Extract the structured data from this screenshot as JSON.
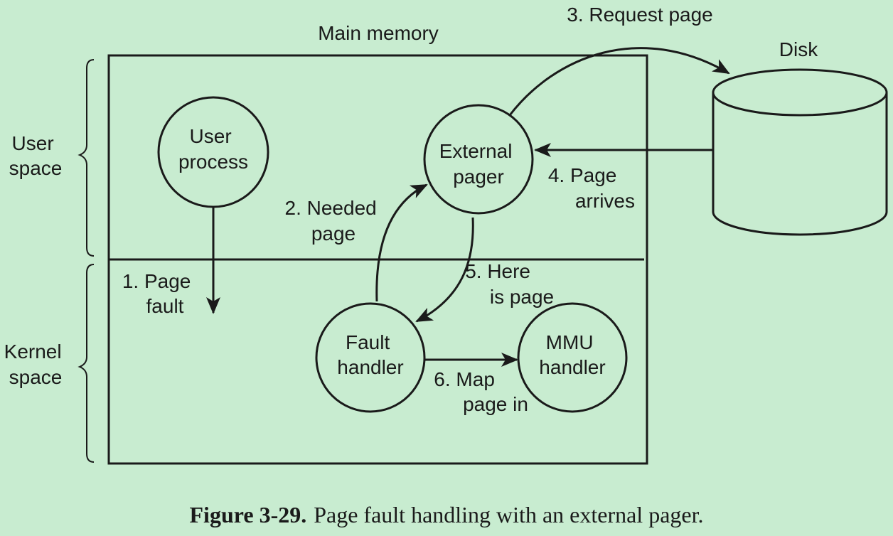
{
  "diagram": {
    "main_memory_label": "Main memory",
    "disk_label": "Disk",
    "user_space": [
      "User",
      "space"
    ],
    "kernel_space": [
      "Kernel",
      "space"
    ],
    "nodes": {
      "user_process": [
        "User",
        "process"
      ],
      "external_pager": [
        "External",
        "pager"
      ],
      "fault_handler": [
        "Fault",
        "handler"
      ],
      "mmu_handler": [
        "MMU",
        "handler"
      ]
    },
    "steps": {
      "page_fault": [
        "1. Page",
        "fault"
      ],
      "needed_page": [
        "2. Needed",
        "page"
      ],
      "request_page": "3. Request page",
      "page_arrives": [
        "4. Page",
        "arrives"
      ],
      "here_is_page": [
        "5. Here",
        "is page"
      ],
      "map_page_in": [
        "6. Map",
        "page in"
      ]
    }
  },
  "caption": {
    "figure_number": "Figure 3-29.",
    "text": "Page fault handling with an external pager."
  },
  "colors": {
    "background": "#c8ecd0",
    "stroke": "#1a1a1a"
  }
}
